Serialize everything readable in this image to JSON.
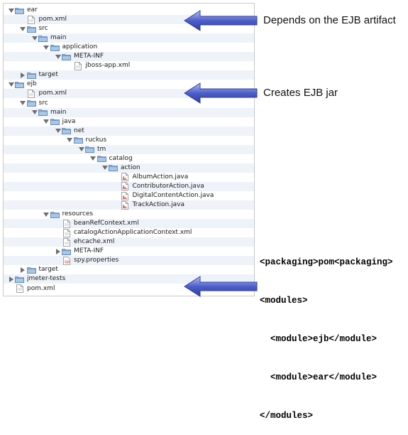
{
  "tree": [
    {
      "label": "ear",
      "type": "folder",
      "depth": 0,
      "expand": "open"
    },
    {
      "label": "pom.xml",
      "type": "xml",
      "depth": 1,
      "expand": "none"
    },
    {
      "label": "src",
      "type": "folder",
      "depth": 1,
      "expand": "open"
    },
    {
      "label": "main",
      "type": "folder",
      "depth": 2,
      "expand": "open"
    },
    {
      "label": "application",
      "type": "folder",
      "depth": 3,
      "expand": "open"
    },
    {
      "label": "META-INF",
      "type": "folder",
      "depth": 4,
      "expand": "open"
    },
    {
      "label": "jboss-app.xml",
      "type": "xml",
      "depth": 5,
      "expand": "none"
    },
    {
      "label": "target",
      "type": "folder",
      "depth": 1,
      "expand": "closed"
    },
    {
      "label": "ejb",
      "type": "folder",
      "depth": 0,
      "expand": "open"
    },
    {
      "label": "pom.xml",
      "type": "xml",
      "depth": 1,
      "expand": "none"
    },
    {
      "label": "src",
      "type": "folder",
      "depth": 1,
      "expand": "open"
    },
    {
      "label": "main",
      "type": "folder",
      "depth": 2,
      "expand": "open"
    },
    {
      "label": "java",
      "type": "folder",
      "depth": 3,
      "expand": "open"
    },
    {
      "label": "net",
      "type": "folder",
      "depth": 4,
      "expand": "open"
    },
    {
      "label": "ruckus",
      "type": "folder",
      "depth": 5,
      "expand": "open"
    },
    {
      "label": "tm",
      "type": "folder",
      "depth": 6,
      "expand": "open"
    },
    {
      "label": "catalog",
      "type": "folder",
      "depth": 7,
      "expand": "open"
    },
    {
      "label": "action",
      "type": "folder",
      "depth": 8,
      "expand": "open"
    },
    {
      "label": "AlbumAction.java",
      "type": "java",
      "depth": 9,
      "expand": "none"
    },
    {
      "label": "ContributorAction.java",
      "type": "java",
      "depth": 9,
      "expand": "none"
    },
    {
      "label": "DigitalContentAction.java",
      "type": "java",
      "depth": 9,
      "expand": "none"
    },
    {
      "label": "TrackAction.java",
      "type": "java",
      "depth": 9,
      "expand": "none"
    },
    {
      "label": "resources",
      "type": "folder",
      "depth": 3,
      "expand": "open"
    },
    {
      "label": "beanRefContext.xml",
      "type": "xml",
      "depth": 4,
      "expand": "none"
    },
    {
      "label": "catalogActionApplicationContext.xml",
      "type": "xml",
      "depth": 4,
      "expand": "none"
    },
    {
      "label": "ehcache.xml",
      "type": "xml",
      "depth": 4,
      "expand": "none"
    },
    {
      "label": "META-INF",
      "type": "folder",
      "depth": 4,
      "expand": "closed"
    },
    {
      "label": "spy.properties",
      "type": "props",
      "depth": 4,
      "expand": "none"
    },
    {
      "label": "target",
      "type": "folder",
      "depth": 1,
      "expand": "closed"
    },
    {
      "label": "jmeter-tests",
      "type": "folder",
      "depth": 0,
      "expand": "closed"
    },
    {
      "label": "pom.xml",
      "type": "xml",
      "depth": 0,
      "expand": "none"
    }
  ],
  "callouts": {
    "ear_pom": "Depends on the EJB artifact",
    "ejb_pom": "Creates EJB jar"
  },
  "xml_snippet": [
    "<packaging>pom<packaging>",
    "<modules>",
    "  <module>ejb</module>",
    "  <module>ear</module>",
    "</modules>"
  ],
  "colors": {
    "arrow_fill": "#4d5ec9",
    "arrow_highlight": "#b7c0f5",
    "folder": "#8fb3da",
    "row_alt": "#eef3fa"
  }
}
